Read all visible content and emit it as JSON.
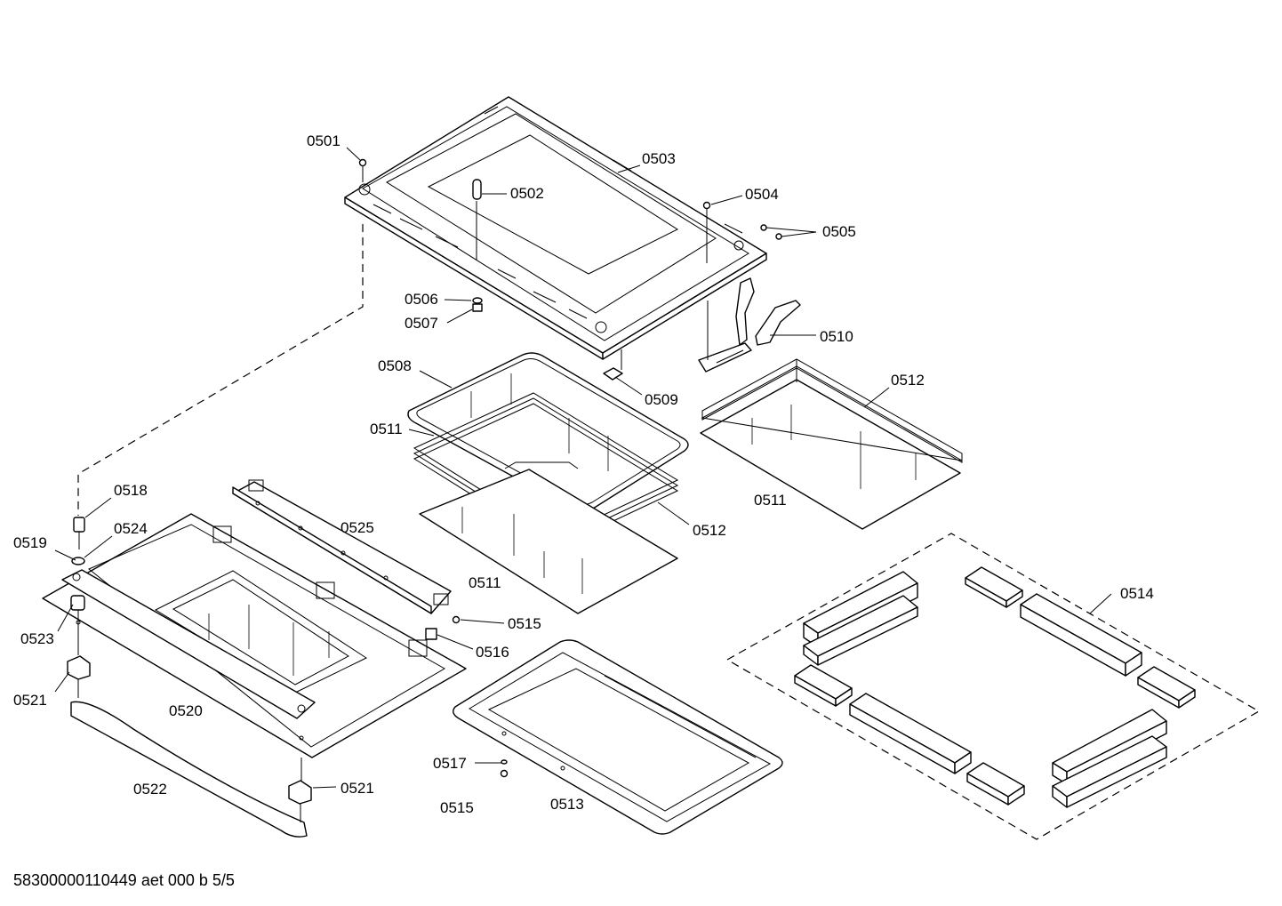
{
  "labels": {
    "p0501": "0501",
    "p0502": "0502",
    "p0503": "0503",
    "p0504": "0504",
    "p0505": "0505",
    "p0506": "0506",
    "p0507": "0507",
    "p0508": "0508",
    "p0509": "0509",
    "p0510": "0510",
    "p0511a": "0511",
    "p0511b": "0511",
    "p0511c": "0511",
    "p0512a": "0512",
    "p0512b": "0512",
    "p0513": "0513",
    "p0514": "0514",
    "p0515a": "0515",
    "p0515b": "0515",
    "p0516": "0516",
    "p0517": "0517",
    "p0518": "0518",
    "p0519": "0519",
    "p0520": "0520",
    "p0521a": "0521",
    "p0521b": "0521",
    "p0522": "0522",
    "p0523": "0523",
    "p0524": "0524",
    "p0525": "0525"
  },
  "footer": "58300000110449 aet 000 b 5/5"
}
